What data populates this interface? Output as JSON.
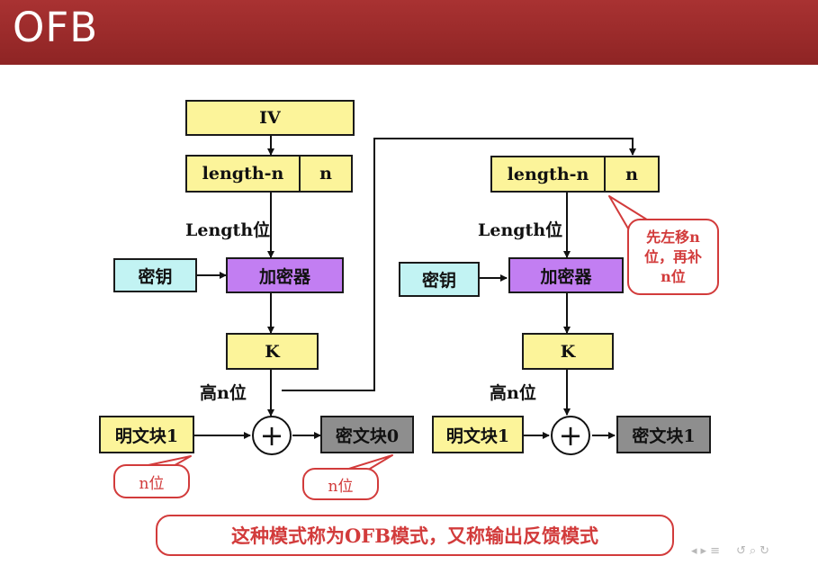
{
  "header": {
    "title": "OFB"
  },
  "left": {
    "iv": "IV",
    "reg_left": "length-n",
    "reg_right": "n",
    "length_label": "Length位",
    "key": "密钥",
    "encryptor": "加密器",
    "k": "K",
    "high_bits": "高n位",
    "plaintext": "明文块1",
    "ciphertext": "密文块0",
    "note_plain": "n位",
    "note_cipher": "n位"
  },
  "right": {
    "reg_left": "length-n",
    "reg_right": "n",
    "length_label": "Length位",
    "key": "密钥",
    "encryptor": "加密器",
    "k": "K",
    "high_bits": "高n位",
    "plaintext": "明文块1",
    "ciphertext": "密文块1",
    "shift_note_line1": "先左移n",
    "shift_note_line2": "位，再补",
    "shift_note_line3": "n位"
  },
  "xor_symbol": "+",
  "caption": "这种模式称为OFB模式，又称输出反馈模式",
  "colors": {
    "header": "#a93232",
    "register": "#fcf49a",
    "key": "#c2f3f3",
    "encryptor": "#c27ef2",
    "cipher_block": "#8e8e8e",
    "callout": "#d23b3b"
  }
}
